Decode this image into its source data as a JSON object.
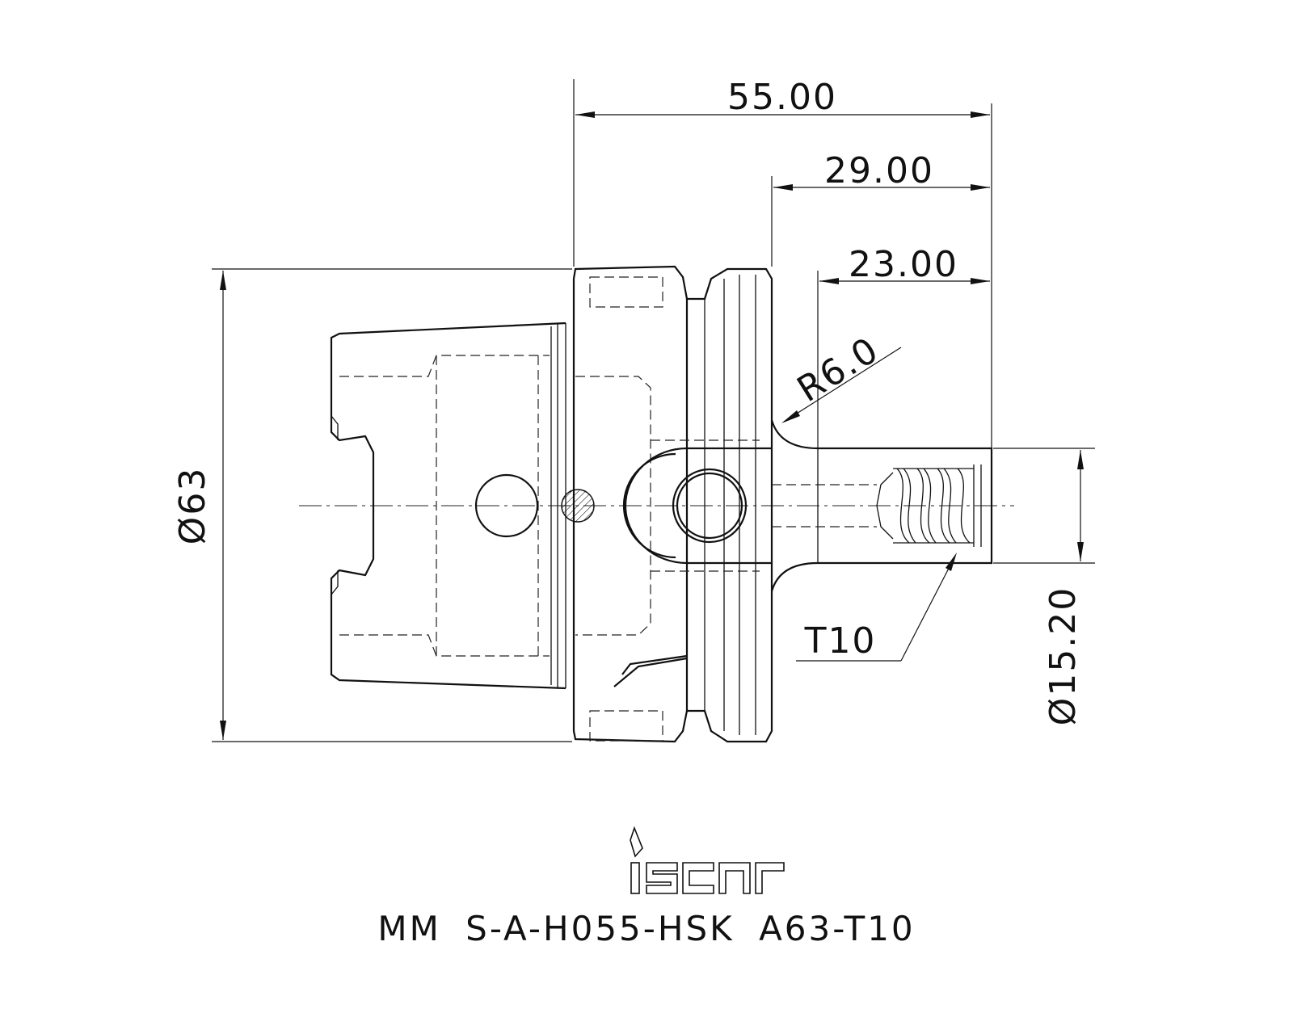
{
  "dimensions": {
    "overall_length": "55.00",
    "length_29": "29.00",
    "length_23": "23.00",
    "radius": "R6.0",
    "diameter_body": "Ø63",
    "diameter_shank": "Ø15.20",
    "thread": "T10"
  },
  "logo": {
    "text": "iscar"
  },
  "title": "MM S-A-H055-HSK A63-T10"
}
